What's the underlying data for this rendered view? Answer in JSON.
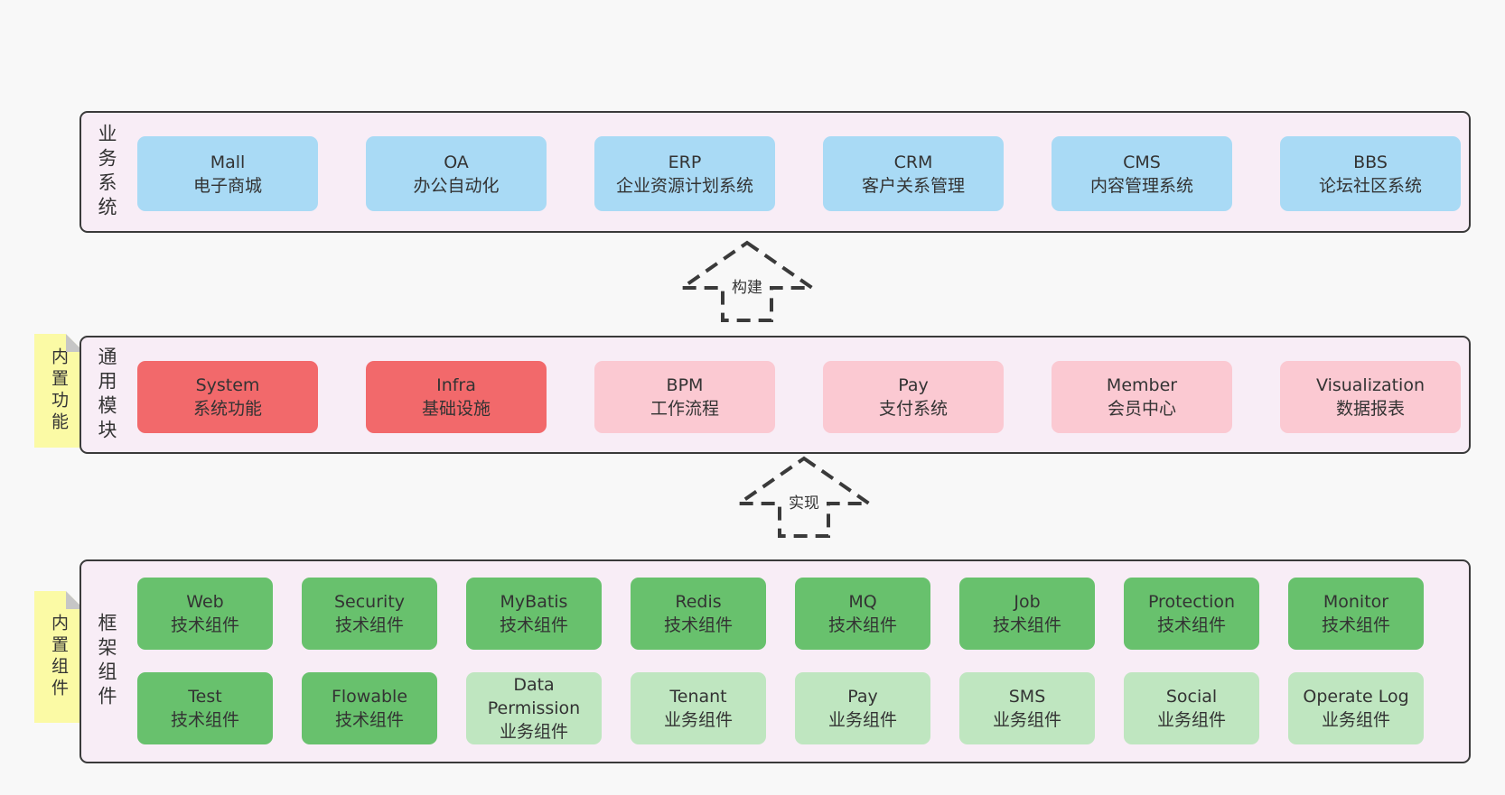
{
  "colors": {
    "page": "#f8f8f8",
    "panel": "#f8edf6",
    "border": "#3a3a3a",
    "text": "#333333",
    "blue": "#a9daf5",
    "red": "#f2696b",
    "pink": "#fbc9d2",
    "greenDark": "#68c16d",
    "greenLight": "#bfe6c0",
    "yellow": "#fbfaa5",
    "fold": "#c6c6c6"
  },
  "sections": {
    "business": {
      "label": "业务系统",
      "boxes": [
        {
          "name": "Mall",
          "desc": "电子商城"
        },
        {
          "name": "OA",
          "desc": "办公自动化"
        },
        {
          "name": "ERP",
          "desc": "企业资源计划系统"
        },
        {
          "name": "CRM",
          "desc": "客户关系管理"
        },
        {
          "name": "CMS",
          "desc": "内容管理系统"
        },
        {
          "name": "BBS",
          "desc": "论坛社区系统"
        }
      ]
    },
    "modules": {
      "label": "通用模块",
      "sticky": "内置功能",
      "boxes": [
        {
          "name": "System",
          "desc": "系统功能",
          "variant": "red"
        },
        {
          "name": "Infra",
          "desc": "基础设施",
          "variant": "red"
        },
        {
          "name": "BPM",
          "desc": "工作流程",
          "variant": "pink"
        },
        {
          "name": "Pay",
          "desc": "支付系统",
          "variant": "pink"
        },
        {
          "name": "Member",
          "desc": "会员中心",
          "variant": "pink"
        },
        {
          "name": "Visualization",
          "desc": "数据报表",
          "variant": "pink"
        }
      ]
    },
    "components": {
      "label": "框架组件",
      "sticky": "内置组件",
      "row1": [
        {
          "name": "Web",
          "desc": "技术组件",
          "variant": "dark"
        },
        {
          "name": "Security",
          "desc": "技术组件",
          "variant": "dark"
        },
        {
          "name": "MyBatis",
          "desc": "技术组件",
          "variant": "dark"
        },
        {
          "name": "Redis",
          "desc": "技术组件",
          "variant": "dark"
        },
        {
          "name": "MQ",
          "desc": "技术组件",
          "variant": "dark"
        },
        {
          "name": "Job",
          "desc": "技术组件",
          "variant": "dark"
        },
        {
          "name": "Protection",
          "desc": "技术组件",
          "variant": "dark"
        },
        {
          "name": "Monitor",
          "desc": "技术组件",
          "variant": "dark"
        }
      ],
      "row2": [
        {
          "name": "Test",
          "desc": "技术组件",
          "variant": "dark"
        },
        {
          "name": "Flowable",
          "desc": "技术组件",
          "variant": "dark"
        },
        {
          "name": "Data Permission",
          "desc": "业务组件",
          "variant": "light"
        },
        {
          "name": "Tenant",
          "desc": "业务组件",
          "variant": "light"
        },
        {
          "name": "Pay",
          "desc": "业务组件",
          "variant": "light"
        },
        {
          "name": "SMS",
          "desc": "业务组件",
          "variant": "light"
        },
        {
          "name": "Social",
          "desc": "业务组件",
          "variant": "light"
        },
        {
          "name": "Operate Log",
          "desc": "业务组件",
          "variant": "light"
        }
      ]
    }
  },
  "arrows": {
    "build": "构建",
    "implement": "实现"
  }
}
